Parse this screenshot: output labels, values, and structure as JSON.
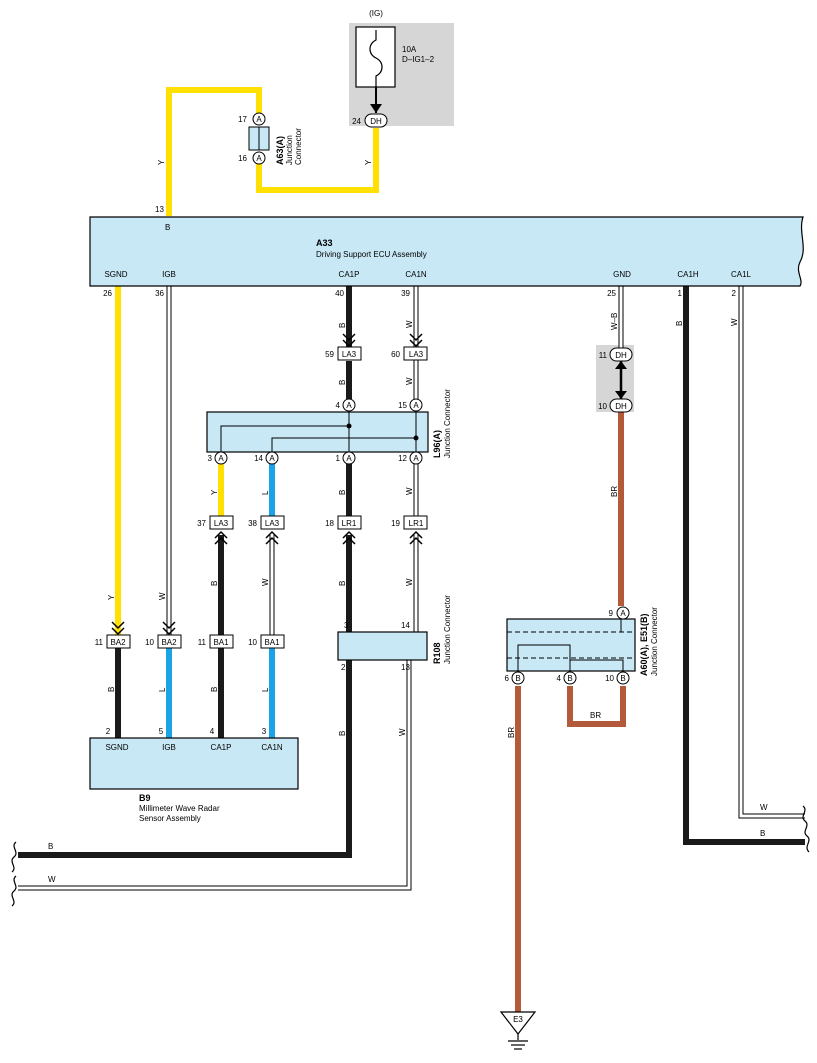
{
  "colors": {
    "Y": "#ffe000",
    "B": "#1a1a1a",
    "L": "#1aa3e6",
    "W": "#ffffff",
    "W-B": "#ffffff",
    "BR": "#b35a3a",
    "box_fill": "#c8e8f6",
    "relay_bg": "#d6d6d6"
  },
  "fuse": {
    "source": "(IG)",
    "rating": "10A",
    "name": "D–IG1–2",
    "pin": "24",
    "connector": "DH"
  },
  "a63": {
    "ref": "A63(A)",
    "desc1": "Junction",
    "desc2": "Connector",
    "pin_top": "17",
    "pin_bottom": "16",
    "letter": "A"
  },
  "a33": {
    "ref": "A33",
    "name": "Driving Support ECU Assembly",
    "top_pin": "13",
    "top_pin_letter": "B",
    "terminals": [
      {
        "label": "SGND",
        "pin": "26"
      },
      {
        "label": "IGB",
        "pin": "36"
      },
      {
        "label": "CA1P",
        "pin": "40"
      },
      {
        "label": "CA1N",
        "pin": "39"
      },
      {
        "label": "GND",
        "pin": "25"
      },
      {
        "label": "CA1H",
        "pin": "1"
      },
      {
        "label": "CA1L",
        "pin": "2"
      }
    ]
  },
  "la3_top": [
    {
      "pin": "59",
      "name": "LA3"
    },
    {
      "pin": "60",
      "name": "LA3"
    }
  ],
  "l96": {
    "ref": "L96(A)",
    "desc": "Junction Connector",
    "pins_top": [
      "4",
      "15"
    ],
    "pins_bottom": [
      "3",
      "14",
      "1",
      "12"
    ],
    "letter": "A"
  },
  "dh_mid": {
    "pin_top": "11",
    "pin_bottom": "10",
    "name": "DH"
  },
  "mid_connectors": [
    {
      "pin": "37",
      "name": "LA3"
    },
    {
      "pin": "38",
      "name": "LA3"
    },
    {
      "pin": "18",
      "name": "LR1"
    },
    {
      "pin": "19",
      "name": "LR1"
    }
  ],
  "r108": {
    "ref": "R108",
    "desc": "Junction Connector",
    "pin_tl": "3",
    "pin_tr": "14",
    "pin_bl": "2",
    "pin_br": "13"
  },
  "a60": {
    "ref": "A60(A), E51(B)",
    "desc": "Junction Connector",
    "pin_top": "9",
    "letter_top": "A",
    "pins_bottom": [
      "6",
      "4",
      "10"
    ],
    "letter_bottom": "B"
  },
  "bottom_connectors": [
    {
      "pin": "11",
      "name": "BA2"
    },
    {
      "pin": "10",
      "name": "BA2"
    },
    {
      "pin": "11",
      "name": "BA1"
    },
    {
      "pin": "10",
      "name": "BA1"
    }
  ],
  "b9": {
    "ref": "B9",
    "name1": "Millimeter Wave Radar",
    "name2": "Sensor Assembly",
    "terminals": [
      {
        "label": "SGND",
        "pin": "2"
      },
      {
        "label": "IGB",
        "pin": "5"
      },
      {
        "label": "CA1P",
        "pin": "4"
      },
      {
        "label": "CA1N",
        "pin": "3"
      }
    ]
  },
  "ground": {
    "name": "E3"
  },
  "wire_labels": {
    "y": "Y",
    "b": "B",
    "w": "W",
    "l": "L",
    "wb": "W–B",
    "br": "BR"
  }
}
